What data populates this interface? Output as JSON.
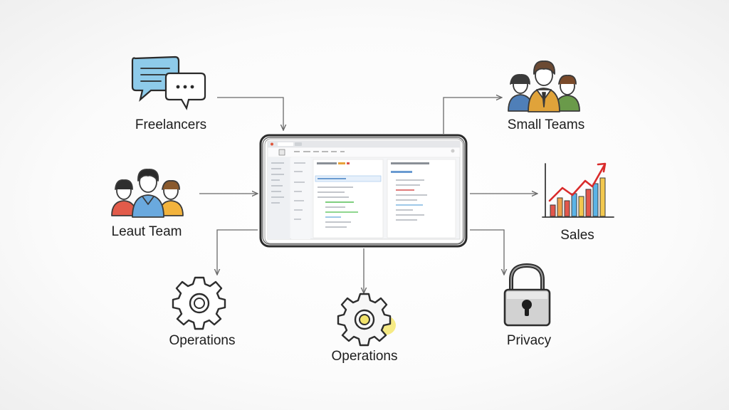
{
  "nodes": {
    "freelancers": "Freelancers",
    "small_teams": "Small Teams",
    "lead_team": "Leaut Team",
    "sales": "Sales",
    "operations_left": "Operations",
    "operations_center": "Operations",
    "privacy": "Privacy"
  },
  "icons": {
    "freelancers": "chat-bubbles-icon",
    "small_teams": "team-people-icon",
    "lead_team": "team-people-icon",
    "sales": "bar-chart-trend-icon",
    "operations_left": "gear-icon",
    "operations_center": "gear-icon",
    "privacy": "padlock-icon"
  },
  "colors": {
    "chat_blue": "#7fc3e6",
    "arrow_red": "#d92b2b",
    "gear_yellow": "#f2e36b",
    "padlock_gray": "#cfcfcf"
  },
  "center": {
    "description_screen": "app-screenshot-sketch"
  }
}
